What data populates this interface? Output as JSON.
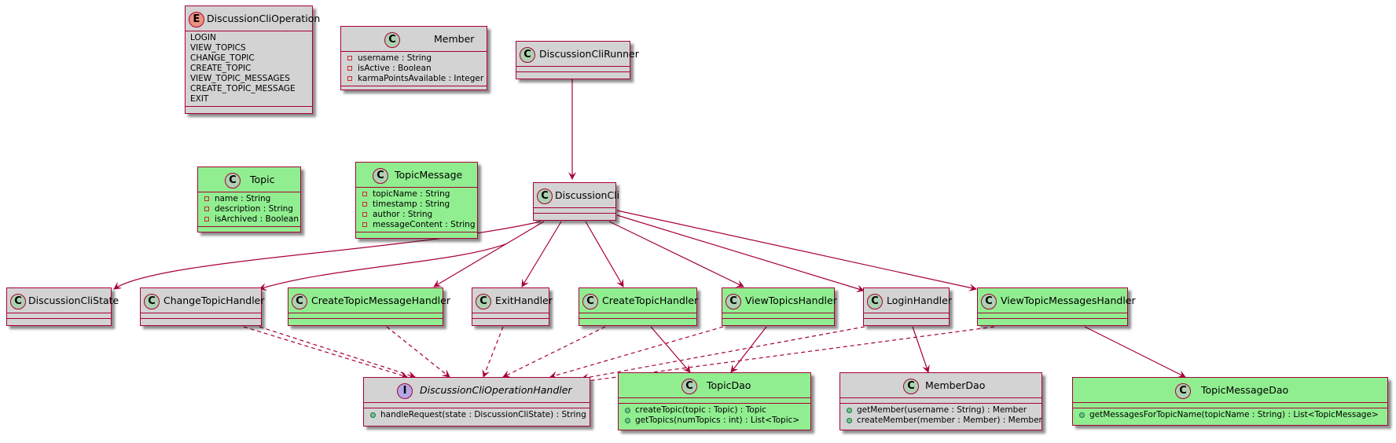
{
  "colors": {
    "gray_fill": "#d3d3d3",
    "green_fill": "#90ee90",
    "border": "#a80036",
    "class_badge": "#add1b2",
    "enum_badge": "#eb937f",
    "interface_badge": "#b4a7e5"
  },
  "classes": {
    "discussion_cli_operation": {
      "badge": "E",
      "name": "DiscussionCliOperation",
      "values": [
        "LOGIN",
        "VIEW_TOPICS",
        "CHANGE_TOPIC",
        "CREATE_TOPIC",
        "VIEW_TOPIC_MESSAGES",
        "CREATE_TOPIC_MESSAGE",
        "EXIT"
      ]
    },
    "member": {
      "badge": "C",
      "name": "Member",
      "fields": [
        "username : String",
        "isActive : Boolean",
        "karmaPointsAvailable : Integer"
      ]
    },
    "discussion_cli_runner": {
      "badge": "C",
      "name": "DiscussionCliRunner"
    },
    "topic": {
      "badge": "C",
      "name": "Topic",
      "fields": [
        "name : String",
        "description : String",
        "isArchived : Boolean"
      ]
    },
    "topic_message": {
      "badge": "C",
      "name": "TopicMessage",
      "fields": [
        "topicName : String",
        "timestamp : String",
        "author : String",
        "messageContent : String"
      ]
    },
    "discussion_cli": {
      "badge": "C",
      "name": "DiscussionCli"
    },
    "discussion_cli_state": {
      "badge": "C",
      "name": "DiscussionCliState"
    },
    "change_topic_handler": {
      "badge": "C",
      "name": "ChangeTopicHandler"
    },
    "create_topic_message_handler": {
      "badge": "C",
      "name": "CreateTopicMessageHandler"
    },
    "exit_handler": {
      "badge": "C",
      "name": "ExitHandler"
    },
    "create_topic_handler": {
      "badge": "C",
      "name": "CreateTopicHandler"
    },
    "view_topics_handler": {
      "badge": "C",
      "name": "ViewTopicsHandler"
    },
    "login_handler": {
      "badge": "C",
      "name": "LoginHandler"
    },
    "view_topic_messages_handler": {
      "badge": "C",
      "name": "ViewTopicMessagesHandler"
    },
    "operation_handler": {
      "badge": "I",
      "name": "DiscussionCliOperationHandler",
      "methods": [
        "handleRequest(state : DiscussionCliState) : String"
      ]
    },
    "topic_dao": {
      "badge": "C",
      "name": "TopicDao",
      "methods": [
        "createTopic(topic : Topic) : Topic",
        "getTopics(numTopics : int) : List<Topic>"
      ]
    },
    "member_dao": {
      "badge": "C",
      "name": "MemberDao",
      "methods": [
        "getMember(username : String) : Member",
        "createMember(member : Member) : Member"
      ]
    },
    "topic_message_dao": {
      "badge": "C",
      "name": "TopicMessageDao",
      "methods": [
        "getMessagesForTopicName(topicName : String) : List<TopicMessage>"
      ]
    }
  }
}
